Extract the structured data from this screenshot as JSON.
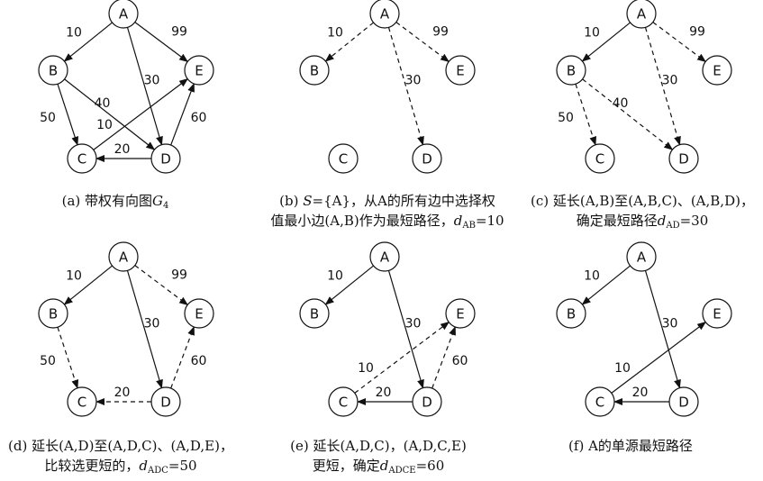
{
  "graph": {
    "nodes": [
      "A",
      "B",
      "C",
      "D",
      "E"
    ]
  },
  "panels": [
    {
      "id": "a",
      "edges": [
        {
          "from": "A",
          "to": "B",
          "w": "10",
          "style": "solid"
        },
        {
          "from": "A",
          "to": "E",
          "w": "99",
          "style": "solid"
        },
        {
          "from": "A",
          "to": "D",
          "w": "30",
          "style": "solid"
        },
        {
          "from": "B",
          "to": "D",
          "w": "40",
          "style": "solid"
        },
        {
          "from": "B",
          "to": "C",
          "w": "50",
          "style": "solid"
        },
        {
          "from": "C",
          "to": "E",
          "w": "10",
          "style": "solid"
        },
        {
          "from": "D",
          "to": "C",
          "w": "20",
          "style": "solid"
        },
        {
          "from": "D",
          "to": "E",
          "w": "60",
          "style": "solid"
        }
      ],
      "caption": {
        "line1": {
          "label": "(a)",
          "text": "带权有向图",
          "graph_name": "G",
          "graph_sub": "4"
        }
      }
    },
    {
      "id": "b",
      "edges": [
        {
          "from": "A",
          "to": "B",
          "w": "10",
          "style": "dashed"
        },
        {
          "from": "A",
          "to": "E",
          "w": "99",
          "style": "dashed"
        },
        {
          "from": "A",
          "to": "D",
          "w": "30",
          "style": "dashed"
        }
      ],
      "caption": {
        "line1": {
          "label": "(b)",
          "set_var": "S",
          "set_value": "={A}",
          "text": "，从A的所有边中选择权"
        },
        "line2": {
          "text": "值最小边(A,B)作为最短路径，",
          "dist_var": "d",
          "dist_sub": "AB",
          "dist_value": "=10"
        }
      }
    },
    {
      "id": "c",
      "edges": [
        {
          "from": "A",
          "to": "B",
          "w": "10",
          "style": "solid"
        },
        {
          "from": "A",
          "to": "E",
          "w": "99",
          "style": "dashed"
        },
        {
          "from": "A",
          "to": "D",
          "w": "30",
          "style": "dashed"
        },
        {
          "from": "B",
          "to": "D",
          "w": "40",
          "style": "dashed"
        },
        {
          "from": "B",
          "to": "C",
          "w": "50",
          "style": "dashed"
        }
      ],
      "caption": {
        "line1": {
          "label": "(c)",
          "text": "延长(A,B)至(A,B,C)、(A,B,D)，"
        },
        "line2": {
          "text": "确定最短路径",
          "dist_var": "d",
          "dist_sub": "AD",
          "dist_value": "=30"
        }
      }
    },
    {
      "id": "d",
      "edges": [
        {
          "from": "A",
          "to": "B",
          "w": "10",
          "style": "solid"
        },
        {
          "from": "A",
          "to": "E",
          "w": "99",
          "style": "dashed"
        },
        {
          "from": "A",
          "to": "D",
          "w": "30",
          "style": "solid"
        },
        {
          "from": "B",
          "to": "C",
          "w": "50",
          "style": "dashed"
        },
        {
          "from": "D",
          "to": "C",
          "w": "20",
          "style": "dashed"
        },
        {
          "from": "D",
          "to": "E",
          "w": "60",
          "style": "dashed"
        }
      ],
      "caption": {
        "line1": {
          "label": "(d)",
          "text": "延长(A,D)至(A,D,C)、(A,D,E)，"
        },
        "line2": {
          "text": "比较选更短的，",
          "dist_var": "d",
          "dist_sub": "ADC",
          "dist_value": "=50"
        }
      }
    },
    {
      "id": "e",
      "edges": [
        {
          "from": "A",
          "to": "B",
          "w": "10",
          "style": "solid"
        },
        {
          "from": "A",
          "to": "D",
          "w": "30",
          "style": "solid"
        },
        {
          "from": "D",
          "to": "C",
          "w": "20",
          "style": "solid"
        },
        {
          "from": "C",
          "to": "E",
          "w": "10",
          "style": "dashed"
        },
        {
          "from": "D",
          "to": "E",
          "w": "60",
          "style": "dashed"
        }
      ],
      "caption": {
        "line1": {
          "label": "(e)",
          "text": "延长(A,D,C)，(A,D,C,E)"
        },
        "line2": {
          "text": "更短，确定",
          "dist_var": "d",
          "dist_sub": "ADCE",
          "dist_value": "=60"
        }
      }
    },
    {
      "id": "f",
      "edges": [
        {
          "from": "A",
          "to": "B",
          "w": "10",
          "style": "solid"
        },
        {
          "from": "A",
          "to": "D",
          "w": "30",
          "style": "solid"
        },
        {
          "from": "D",
          "to": "C",
          "w": "20",
          "style": "solid"
        },
        {
          "from": "C",
          "to": "E",
          "w": "10",
          "style": "solid"
        }
      ],
      "caption": {
        "line1": {
          "label": "(f)",
          "text": "A的单源最短路径"
        }
      }
    }
  ]
}
